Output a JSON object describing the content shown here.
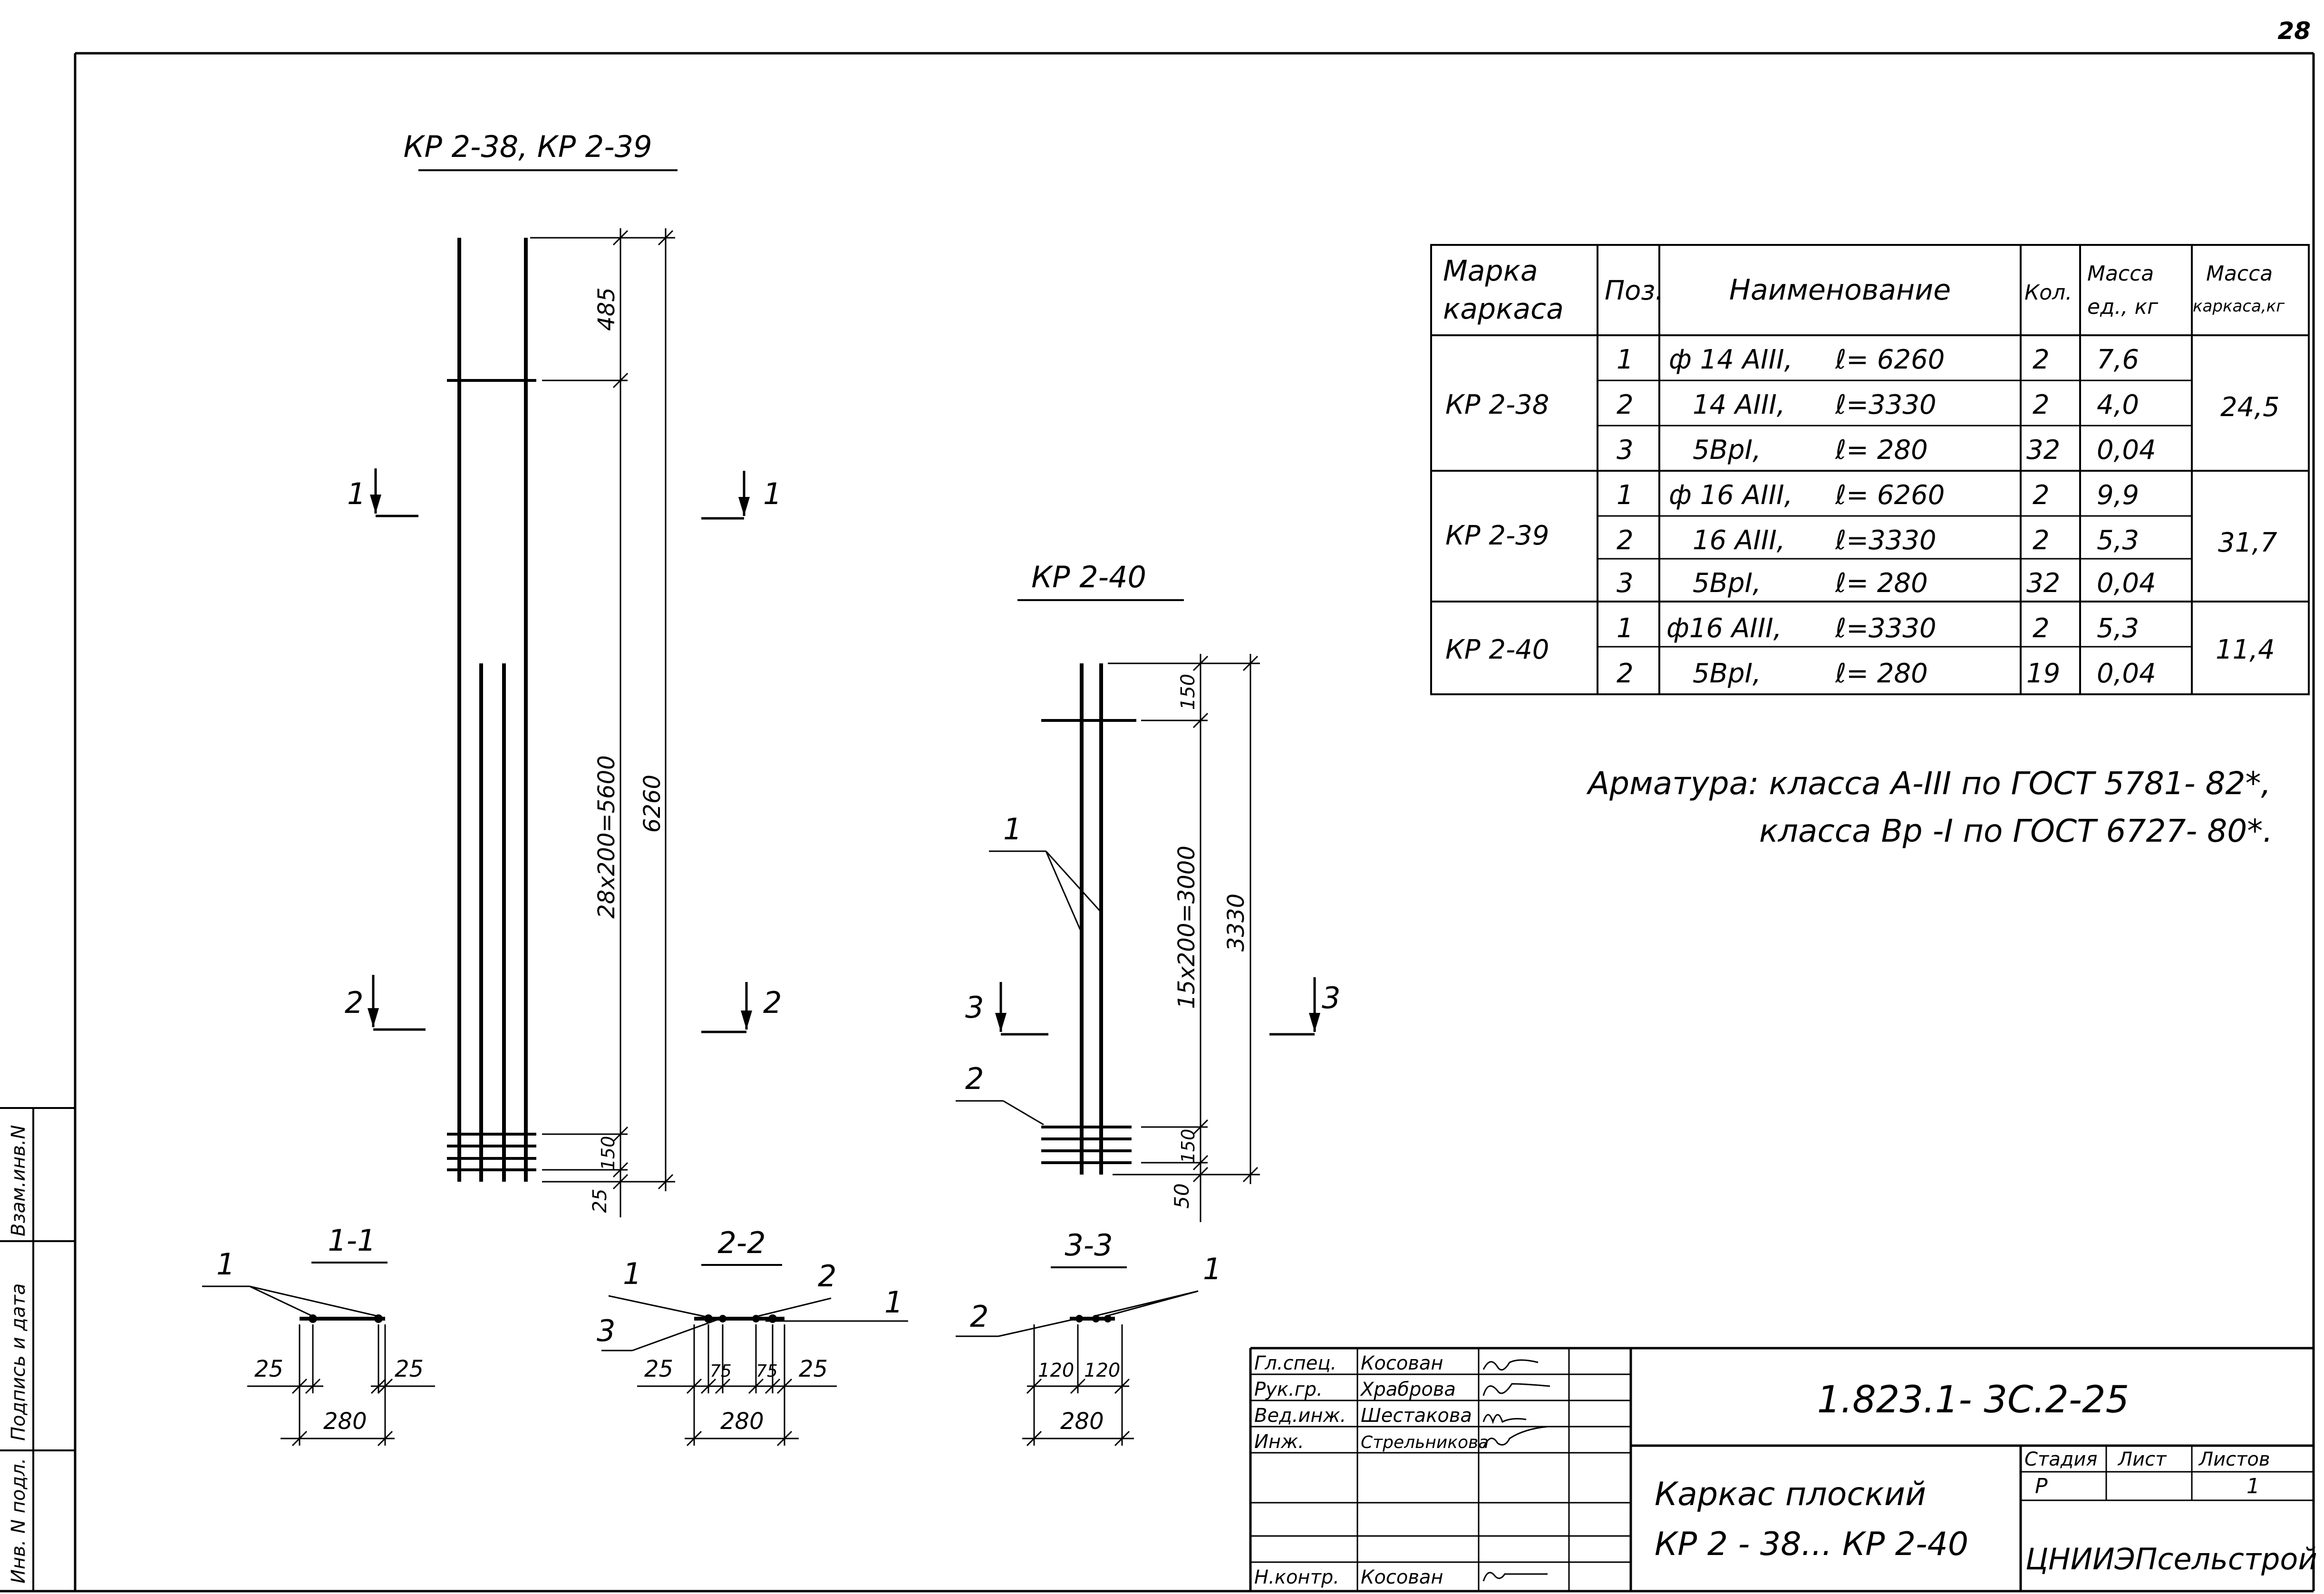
{
  "page_number": "28",
  "drawings": {
    "kr38_39": {
      "title": "КР 2-38, КР 2-39",
      "dims": [
        "485",
        "28х200=5600",
        "6260",
        "150",
        "25"
      ],
      "section_marks": [
        "1",
        "1",
        "2",
        "2"
      ]
    },
    "kr40": {
      "title": "КР 2-40",
      "dims": [
        "150",
        "15х200=3000",
        "3330",
        "150",
        "50"
      ],
      "section_marks": [
        "3",
        "3"
      ],
      "callouts": [
        "1",
        "2"
      ]
    }
  },
  "sections": [
    {
      "title": "1-1",
      "callouts": [
        "1"
      ],
      "dims": [
        "25",
        "25",
        "280"
      ]
    },
    {
      "title": "2-2",
      "callouts": [
        "1",
        "2",
        "1",
        "3"
      ],
      "dims": [
        "25",
        "75",
        "75",
        "25",
        "280"
      ]
    },
    {
      "title": "3-3",
      "callouts": [
        "2",
        "1"
      ],
      "dims": [
        "120",
        "120",
        "280"
      ]
    }
  ],
  "table": {
    "headers": {
      "mark": "Марка каркаса",
      "pos": "Поз.",
      "name": "Наименование",
      "qty": "Кол.",
      "mass_unit": "Масса ед., кг",
      "mass_frame": "Масса каркаса,кг"
    },
    "groups": [
      {
        "mark": "КР 2-38",
        "total": "24,5",
        "rows": [
          {
            "pos": "1",
            "name": "ф 14 АIII,",
            "len": "ℓ= 6260",
            "qty": "2",
            "mass": "7,6"
          },
          {
            "pos": "2",
            "name": "14 АIII,",
            "len": "ℓ=3330",
            "qty": "2",
            "mass": "4,0"
          },
          {
            "pos": "3",
            "name": "5ВрI,",
            "len": "ℓ= 280",
            "qty": "32",
            "mass": "0,04"
          }
        ]
      },
      {
        "mark": "КР 2-39",
        "total": "31,7",
        "rows": [
          {
            "pos": "1",
            "name": "ф 16 АIII,",
            "len": "ℓ= 6260",
            "qty": "2",
            "mass": "9,9"
          },
          {
            "pos": "2",
            "name": "16 АIII,",
            "len": "ℓ=3330",
            "qty": "2",
            "mass": "5,3"
          },
          {
            "pos": "3",
            "name": "5ВрI,",
            "len": "ℓ= 280",
            "qty": "32",
            "mass": "0,04"
          }
        ]
      },
      {
        "mark": "КР 2-40",
        "total": "11,4",
        "rows": [
          {
            "pos": "1",
            "name": "ф16 АIII,",
            "len": "ℓ=3330",
            "qty": "2",
            "mass": "5,3"
          },
          {
            "pos": "2",
            "name": "5ВрI,",
            "len": "ℓ= 280",
            "qty": "19",
            "mass": "0,04"
          }
        ]
      }
    ]
  },
  "note": {
    "line1": "Арматура: класса А-III по ГОСТ 5781- 82*,",
    "line2": "класса Вр -I по ГОСТ 6727- 80*."
  },
  "title_block": {
    "people": [
      {
        "role": "Гл.спец.",
        "name": "Косован"
      },
      {
        "role": "Рук.гр.",
        "name": "Храброва"
      },
      {
        "role": "Вед.инж.",
        "name": "Шестакова"
      },
      {
        "role": "Инж.",
        "name": "Стрельникова"
      },
      {
        "role": "Н.контр.",
        "name": "Косован"
      }
    ],
    "doc_code": "1.823.1- 3С.2-25",
    "drawing_title_1": "Каркас плоский",
    "drawing_title_2": "КР 2 - 38... КР 2-40",
    "stage_label": "Стадия",
    "sheet_label": "Лист",
    "sheets_label": "Листов",
    "stage": "Р",
    "sheets": "1",
    "org": "ЦНИИЭПсельстрой"
  },
  "side_stamp": [
    "Инв. N подл.",
    "Подпись и дата",
    "Взам.инв.N"
  ]
}
